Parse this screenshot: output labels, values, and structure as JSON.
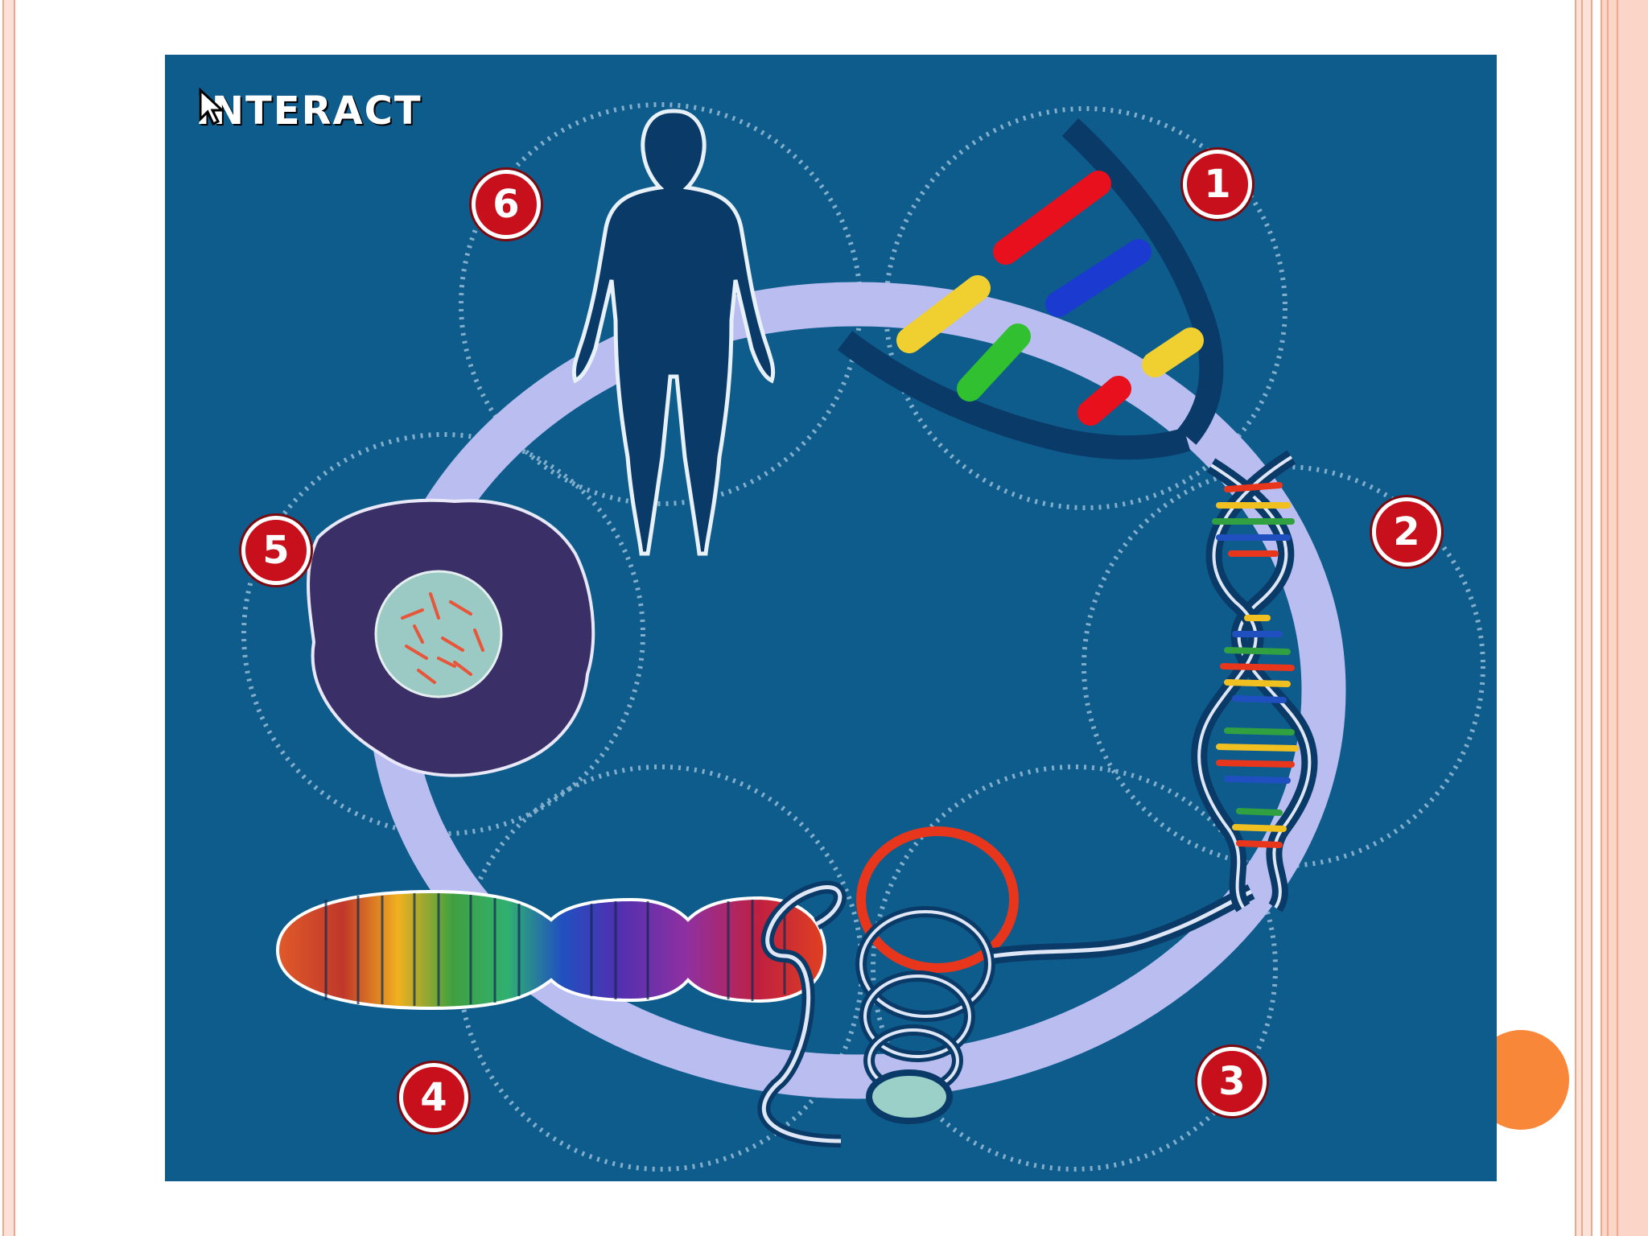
{
  "interact_label": "INTERACT",
  "steps": [
    {
      "number": "1",
      "icon": "dna-nucleotide-pairs-icon"
    },
    {
      "number": "2",
      "icon": "double-helix-icon"
    },
    {
      "number": "3",
      "icon": "coiled-chromatin-icon"
    },
    {
      "number": "4",
      "icon": "chromosome-icon"
    },
    {
      "number": "5",
      "icon": "cell-nucleus-icon"
    },
    {
      "number": "6",
      "icon": "human-silhouette-icon"
    }
  ],
  "colors": {
    "panel_background": "#0d5c8c",
    "ring": "#b9bdf0",
    "badge_red": "#c8101c",
    "border_salmon": "#f4a58a",
    "accent_orange": "#f8873a"
  }
}
